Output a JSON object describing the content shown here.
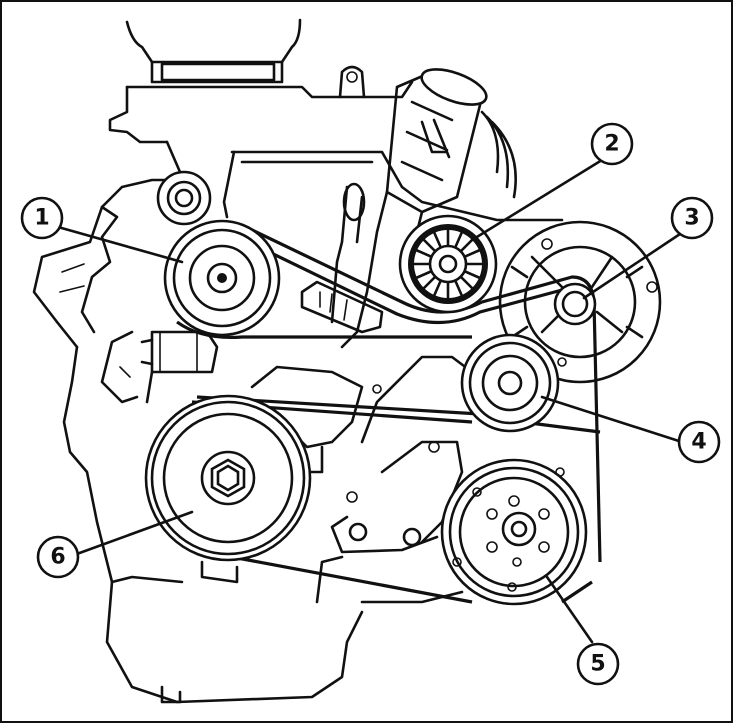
{
  "diagram": {
    "callouts": [
      {
        "id": "tensioner-pulley-upper",
        "label": "1"
      },
      {
        "id": "alternator-pulley",
        "label": "2"
      },
      {
        "id": "idler-pulley-small",
        "label": "3"
      },
      {
        "id": "tensioner-pulley-lower",
        "label": "4"
      },
      {
        "id": "water-pump-pulley",
        "label": "5"
      },
      {
        "id": "crankshaft-pulley",
        "label": "6"
      }
    ],
    "colors": {
      "ink": "#111111",
      "paper": "#ffffff"
    }
  }
}
